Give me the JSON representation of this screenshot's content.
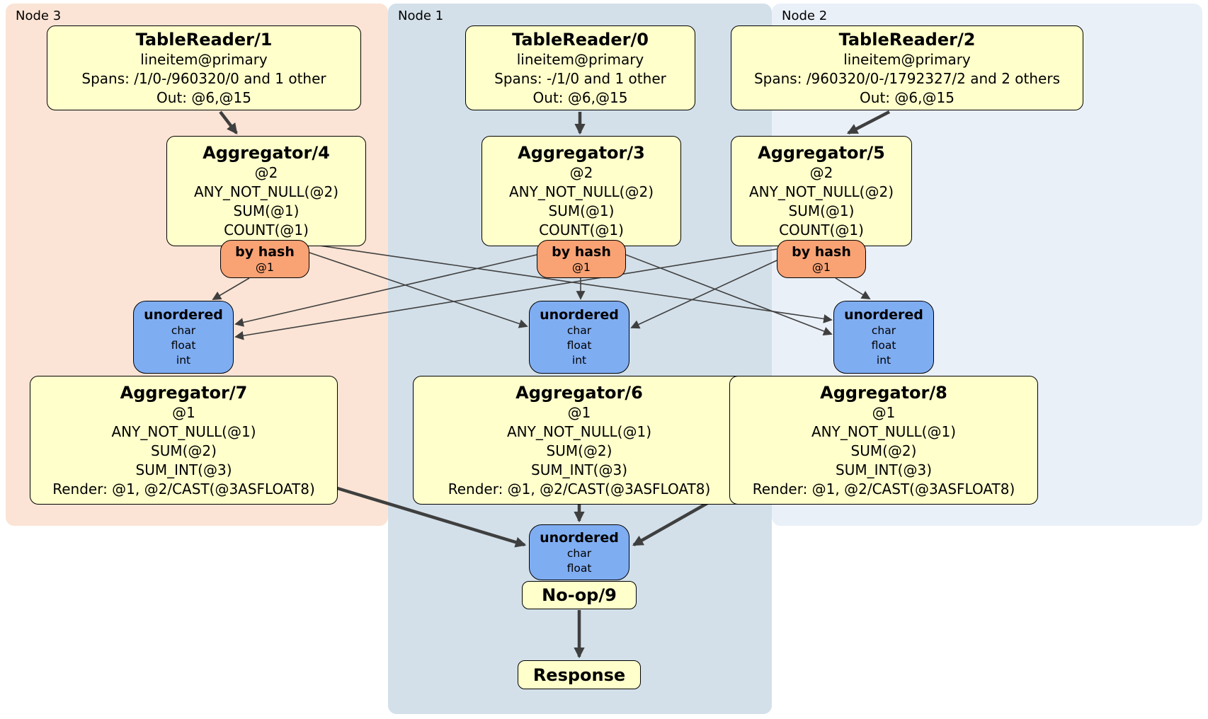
{
  "diagram": {
    "groups": {
      "node3": {
        "label": "Node 3",
        "bg": "#fbe4d5"
      },
      "node1": {
        "label": "Node 1",
        "bg": "#d3e0e9"
      },
      "node2": {
        "label": "Node 2",
        "bg": "#eaf0f8"
      }
    },
    "processors": {
      "tr1": {
        "title": "TableReader/1",
        "lines": [
          "lineitem@primary",
          "Spans: /1/0-/960320/0 and 1 other",
          "Out: @6,@15"
        ]
      },
      "tr0": {
        "title": "TableReader/0",
        "lines": [
          "lineitem@primary",
          "Spans: -/1/0 and 1 other",
          "Out: @6,@15"
        ]
      },
      "tr2": {
        "title": "TableReader/2",
        "lines": [
          "lineitem@primary",
          "Spans: /960320/0-/1792327/2 and 2 others",
          "Out: @6,@15"
        ]
      },
      "agg4": {
        "title": "Aggregator/4",
        "lines": [
          "@2",
          "ANY_NOT_NULL(@2)",
          "SUM(@1)",
          "COUNT(@1)"
        ]
      },
      "agg3": {
        "title": "Aggregator/3",
        "lines": [
          "@2",
          "ANY_NOT_NULL(@2)",
          "SUM(@1)",
          "COUNT(@1)"
        ]
      },
      "agg5": {
        "title": "Aggregator/5",
        "lines": [
          "@2",
          "ANY_NOT_NULL(@2)",
          "SUM(@1)",
          "COUNT(@1)"
        ]
      },
      "agg7": {
        "title": "Aggregator/7",
        "lines": [
          "@1",
          "ANY_NOT_NULL(@1)",
          "SUM(@2)",
          "SUM_INT(@3)",
          "Render: @1, @2/CAST(@3ASFLOAT8)"
        ]
      },
      "agg6": {
        "title": "Aggregator/6",
        "lines": [
          "@1",
          "ANY_NOT_NULL(@1)",
          "SUM(@2)",
          "SUM_INT(@3)",
          "Render: @1, @2/CAST(@3ASFLOAT8)"
        ]
      },
      "agg8": {
        "title": "Aggregator/8",
        "lines": [
          "@1",
          "ANY_NOT_NULL(@1)",
          "SUM(@2)",
          "SUM_INT(@3)",
          "Render: @1, @2/CAST(@3ASFLOAT8)"
        ]
      },
      "noop": {
        "title": "No-op/9"
      },
      "response": {
        "title": "Response"
      }
    },
    "routers": {
      "r3": {
        "title": "by hash",
        "lines": [
          "@1"
        ]
      },
      "r1": {
        "title": "by hash",
        "lines": [
          "@1"
        ]
      },
      "r2": {
        "title": "by hash",
        "lines": [
          "@1"
        ]
      }
    },
    "syncs": {
      "s3": {
        "title": "unordered",
        "lines": [
          "char",
          "float",
          "int"
        ]
      },
      "s1": {
        "title": "unordered",
        "lines": [
          "char",
          "float",
          "int"
        ]
      },
      "s2": {
        "title": "unordered",
        "lines": [
          "char",
          "float",
          "int"
        ]
      },
      "s0": {
        "title": "unordered",
        "lines": [
          "char",
          "float"
        ]
      }
    },
    "edges": [
      {
        "from": "TableReader/1",
        "to": "Aggregator/4"
      },
      {
        "from": "TableReader/0",
        "to": "Aggregator/3"
      },
      {
        "from": "TableReader/2",
        "to": "Aggregator/5"
      },
      {
        "from": "Aggregator/4 by hash",
        "to": "unordered (Node 3)"
      },
      {
        "from": "Aggregator/4 by hash",
        "to": "unordered (Node 1)"
      },
      {
        "from": "Aggregator/4 by hash",
        "to": "unordered (Node 2)"
      },
      {
        "from": "Aggregator/3 by hash",
        "to": "unordered (Node 3)"
      },
      {
        "from": "Aggregator/3 by hash",
        "to": "unordered (Node 1)"
      },
      {
        "from": "Aggregator/3 by hash",
        "to": "unordered (Node 2)"
      },
      {
        "from": "Aggregator/5 by hash",
        "to": "unordered (Node 3)"
      },
      {
        "from": "Aggregator/5 by hash",
        "to": "unordered (Node 1)"
      },
      {
        "from": "Aggregator/5 by hash",
        "to": "unordered (Node 2)"
      },
      {
        "from": "Aggregator/7",
        "to": "unordered (final)"
      },
      {
        "from": "Aggregator/6",
        "to": "unordered (final)"
      },
      {
        "from": "Aggregator/8",
        "to": "unordered (final)"
      },
      {
        "from": "No-op/9",
        "to": "Response"
      }
    ],
    "colors": {
      "processor_fill": "#ffffcc",
      "router_fill": "#f9a274",
      "sync_fill": "#7fadf2",
      "node3_bg": "#fbe4d5",
      "node1_bg": "#d3e0e9",
      "node2_bg": "#eaf0f8",
      "edge": "#3f3f3f",
      "border": "#000000"
    }
  }
}
